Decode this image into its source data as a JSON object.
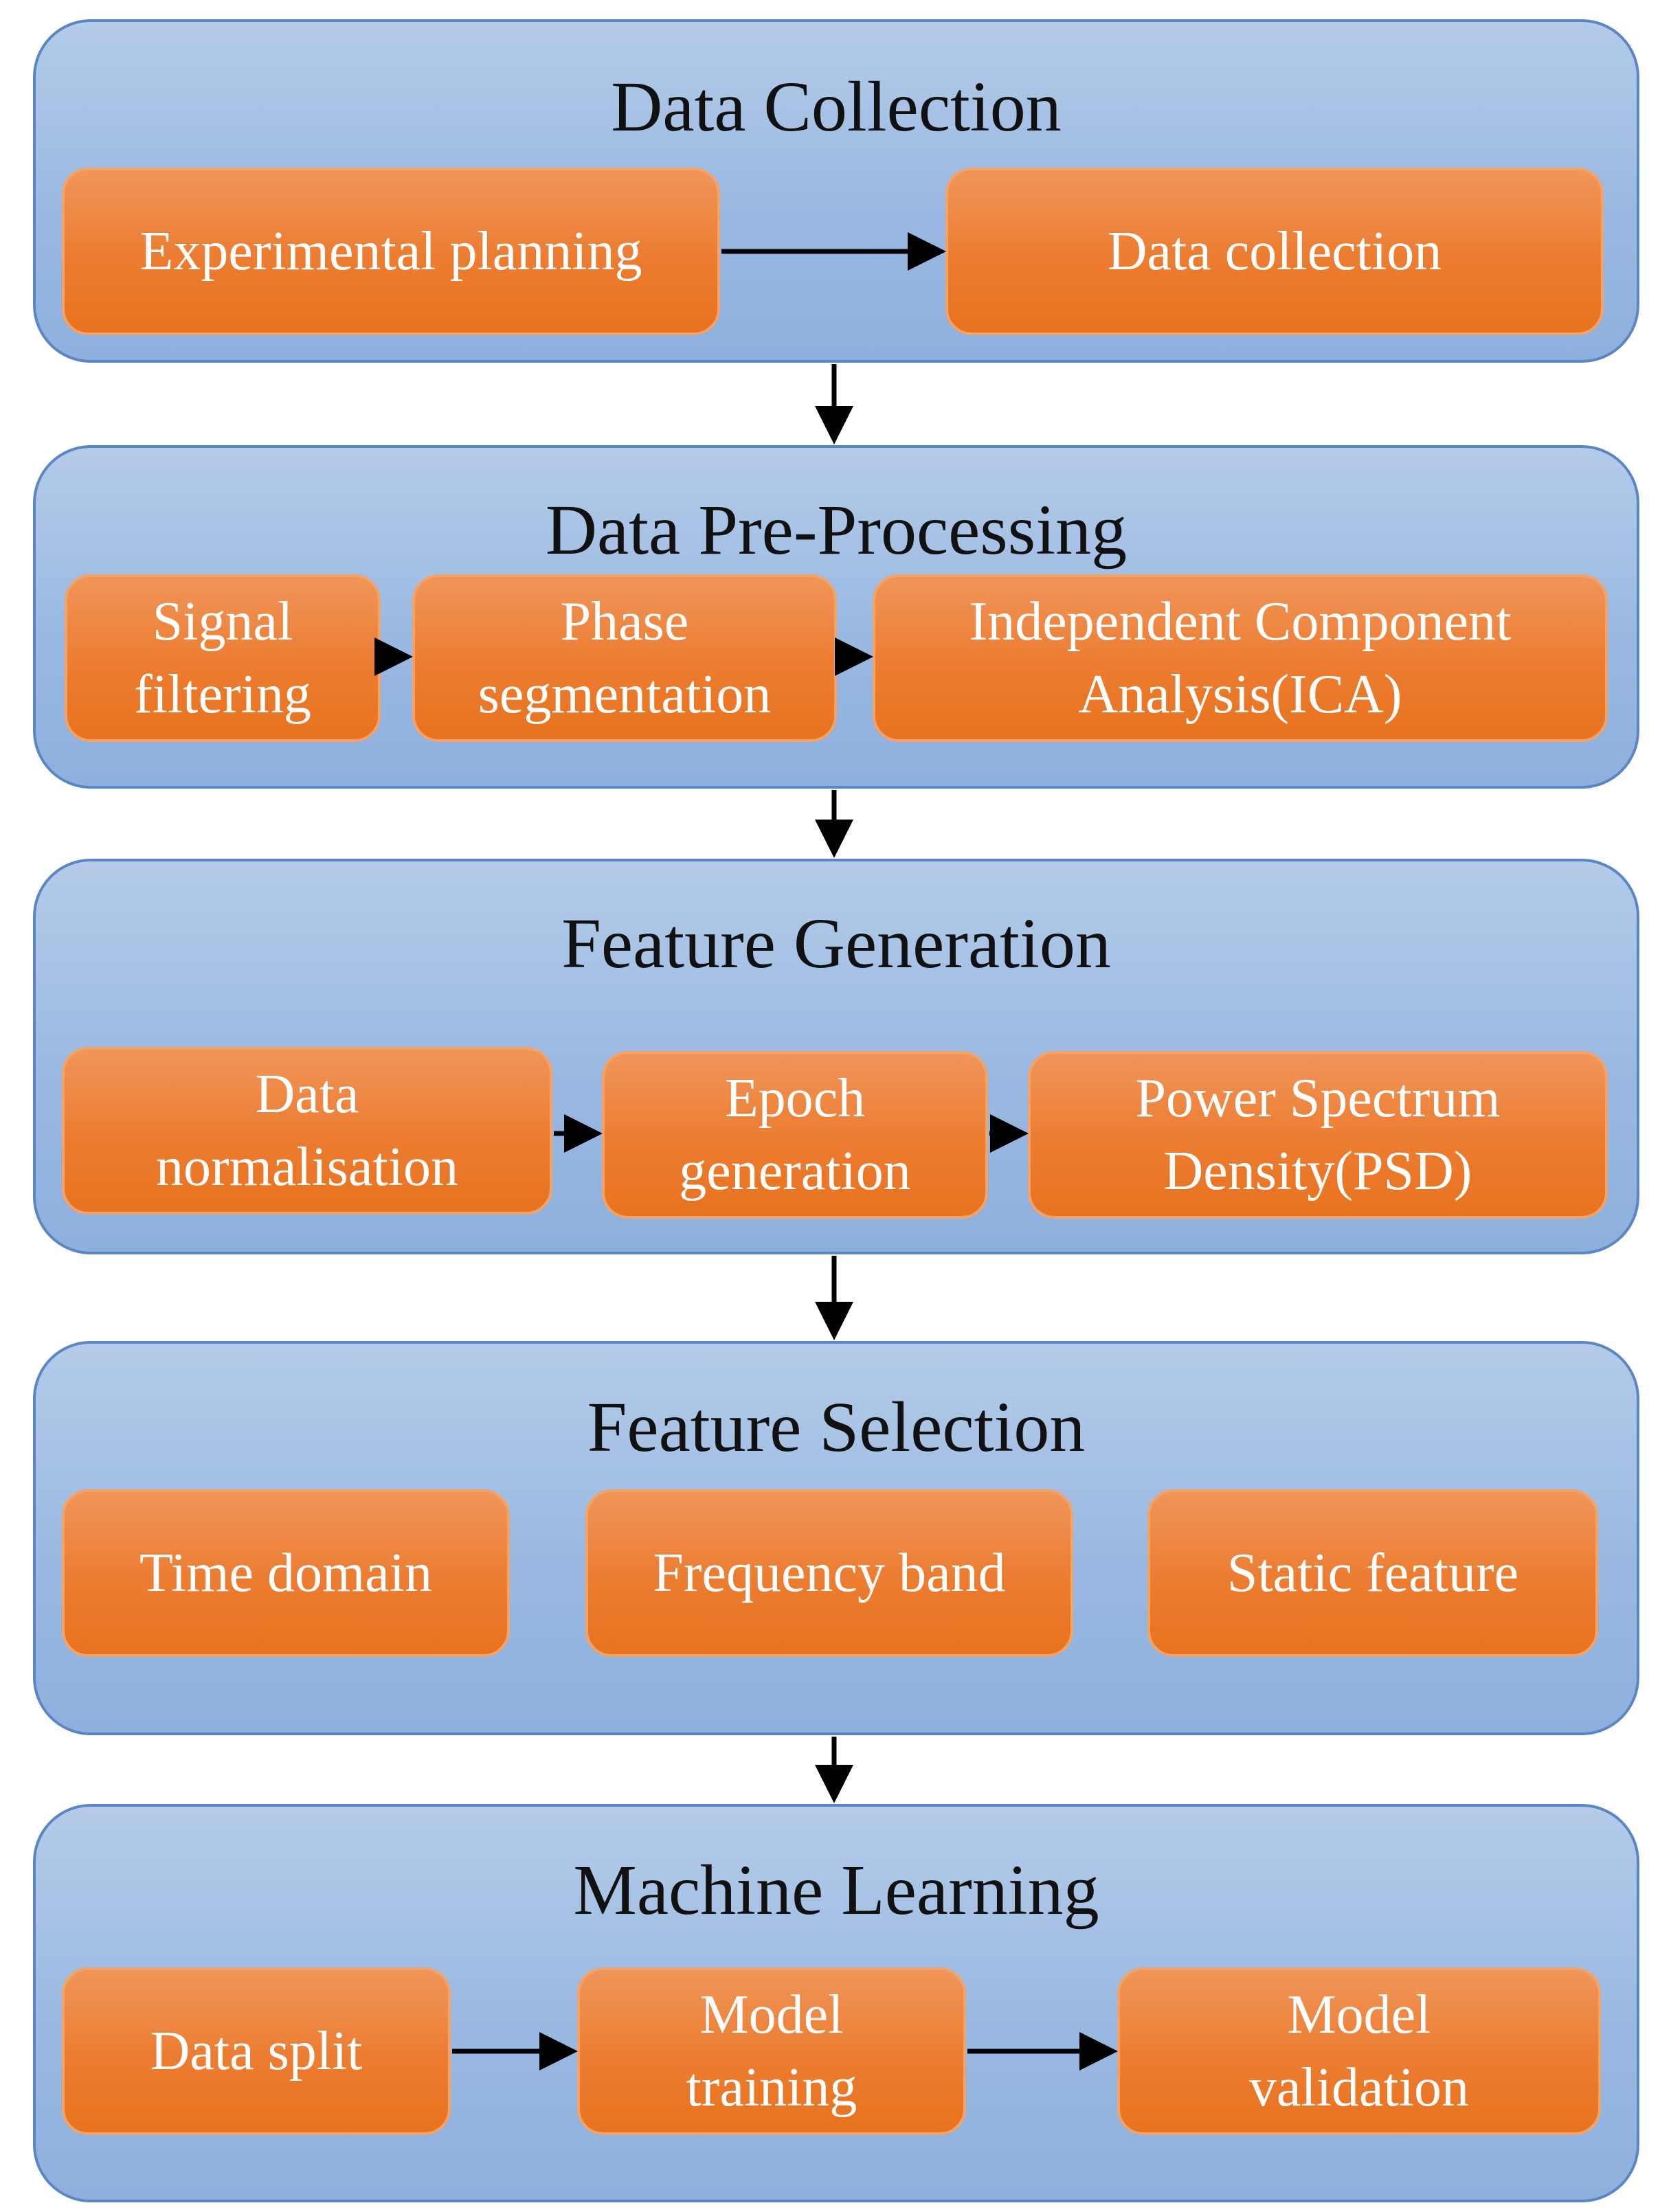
{
  "stages": [
    {
      "title": "Data Collection",
      "steps": [
        "Experimental  planning",
        "Data  collection"
      ]
    },
    {
      "title": "Data Pre-Processing",
      "steps": [
        "Signal\nfiltering",
        "Phase\nsegmentation",
        "Independent Component\nAnalysis(ICA)"
      ]
    },
    {
      "title": "Feature Generation",
      "steps": [
        "Data\nnormalisation",
        "Epoch\ngeneration",
        "Power Spectrum\nDensity(PSD)"
      ]
    },
    {
      "title": "Feature Selection",
      "steps": [
        "Time domain",
        "Frequency band",
        "Static feature"
      ]
    },
    {
      "title": "Machine Learning",
      "steps": [
        "Data  split",
        "Model\ntraining",
        "Model\nvalidation"
      ]
    }
  ],
  "colors": {
    "stage_fill": "#9ab9e2",
    "stage_border": "#5b86c4",
    "step_fill": "#ec7c30",
    "step_border": "#f2a36a",
    "step_text": "#ffffff",
    "title_text": "#111111",
    "arrow": "#000000"
  }
}
